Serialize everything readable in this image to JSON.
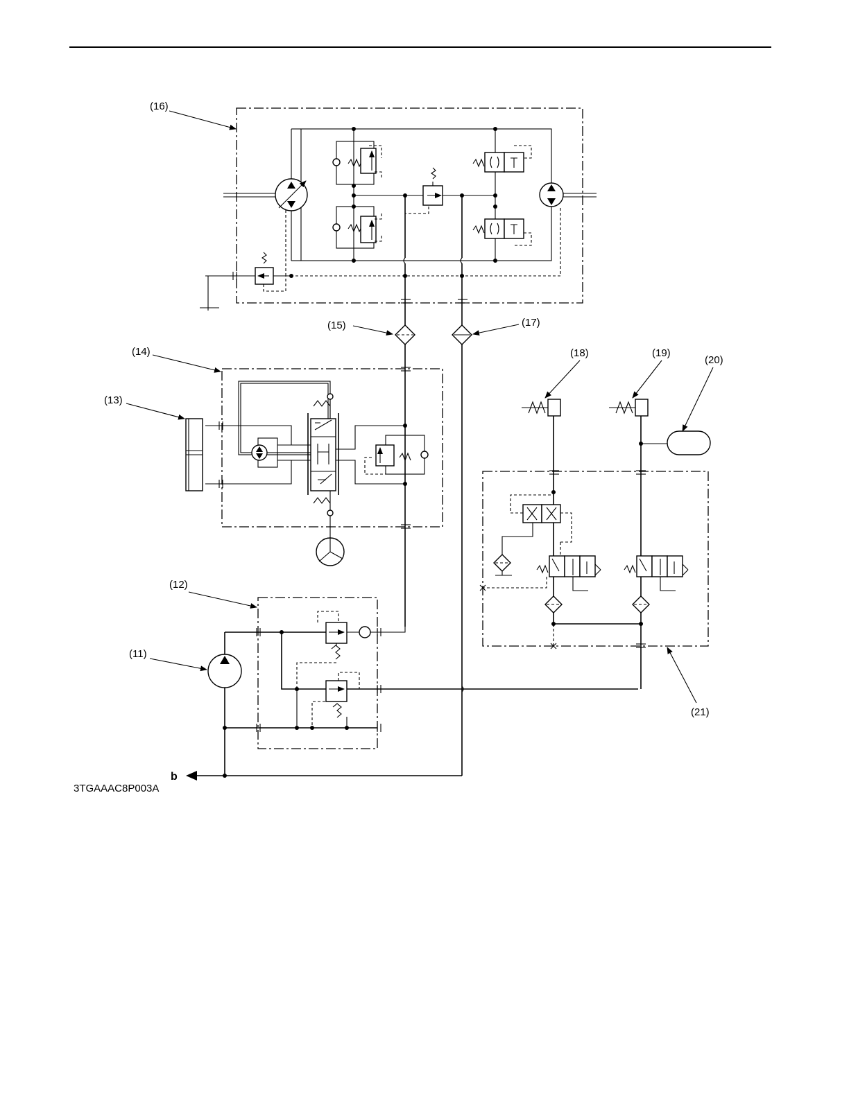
{
  "labels": {
    "l11": "(11)",
    "l12": "(12)",
    "l13": "(13)",
    "l14": "(14)",
    "l15": "(15)",
    "l16": "(16)",
    "l17": "(17)",
    "l18": "(18)",
    "l19": "(19)",
    "l20": "(20)",
    "l21": "(21)"
  },
  "connector": "b",
  "figure_code": "3TGAAAC8P003A"
}
